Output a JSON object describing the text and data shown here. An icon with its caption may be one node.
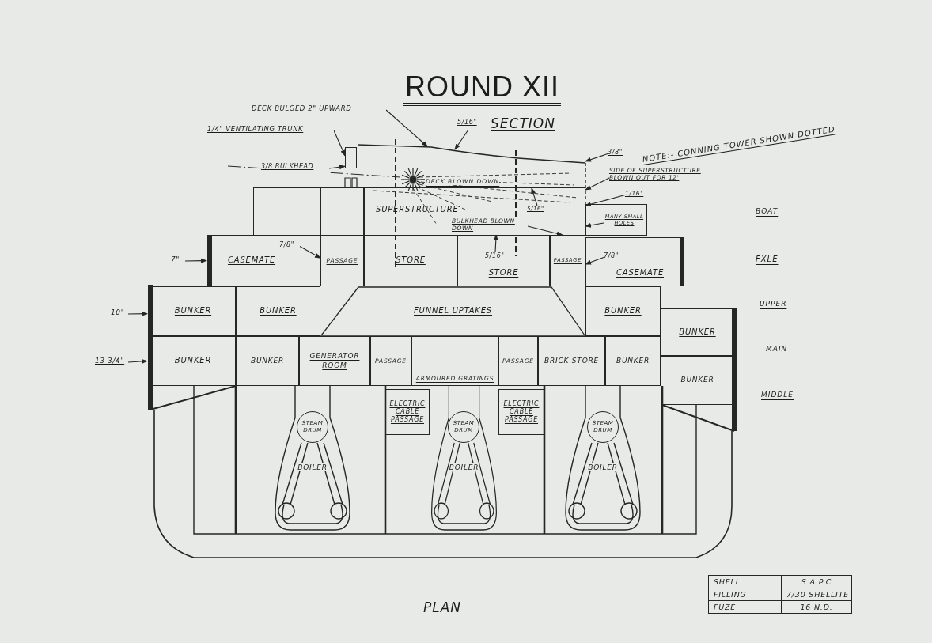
{
  "diagram": {
    "title": "ROUND XII",
    "nodes": [
      {
        "text": [
          "SUPERSTRUCTURE"
        ]
      },
      {
        "text": [],
        "shape": "box"
      },
      {
        "text": [],
        "shape": "box"
      },
      {
        "text": [],
        "shape": "box"
      },
      {
        "text": [
          "CASEMATE"
        ]
      },
      {
        "text": [
          "PASSAGE"
        ]
      },
      {
        "text": [
          "STORE"
        ]
      },
      {
        "text": [
          "STORE"
        ]
      },
      {
        "text": [
          "PASSAGE"
        ]
      },
      {
        "text": [
          "CASEMATE"
        ]
      },
      {
        "text": [
          "BUNKER"
        ]
      },
      {
        "text": [
          "BUNKER"
        ]
      },
      {
        "text": [
          "FUNNEL UPTAKES"
        ]
      },
      {
        "text": [
          "BUNKER"
        ]
      },
      {
        "text": [
          "BUNKER"
        ]
      },
      {
        "text": [
          "BUNKER"
        ]
      },
      {
        "text": [
          "BUNKER"
        ]
      },
      {
        "text": [
          "GENERATOR ROOM"
        ]
      },
      {
        "text": [
          "PASSAGE"
        ]
      },
      {
        "text": [
          "ARMOURED GRATINGS"
        ]
      },
      {
        "text": [
          "PASSAGE"
        ]
      },
      {
        "text": [
          "BRICK STORE"
        ]
      },
      {
        "text": [
          "BUNKER"
        ]
      },
      {
        "text": [
          "BUNKER"
        ]
      },
      {
        "text": [
          "ELECTRIC CABLE PASSAGE"
        ]
      },
      {
        "text": [
          "ELECTRIC CABLE PASSAGE"
        ]
      },
      {
        "text": [
          "BOILER"
        ]
      },
      {
        "text": [
          "STEAM DRUM"
        ],
        "in": 26
      },
      {
        "text": [
          "BOILER"
        ]
      },
      {
        "text": [
          "STEAM DRUM"
        ],
        "in": 28
      },
      {
        "text": [
          "BOILER"
        ]
      },
      {
        "text": [
          "STEAM DRUM"
        ],
        "in": 30
      },
      {
        "text": [
          "DECK BULGED 2\" UPWARD"
        ]
      },
      {
        "text": [
          "1/4\" VENTILATING TRUNK"
        ]
      },
      {
        "text": [
          "3/8 BULKHEAD"
        ]
      },
      {
        "text": [
          "5/16\""
        ]
      },
      {
        "text": [
          "3/8\""
        ]
      },
      {
        "text": [
          "SIDE OF SUPERSTRUCTURE BLOWN OUT FOR 12'"
        ]
      },
      {
        "text": [
          "1/16\""
        ]
      },
      {
        "text": [
          "MANY SMALL HOLES"
        ],
        "in": 3
      },
      {
        "text": [
          "5/16\""
        ],
        "in": 0
      },
      {
        "text": [
          "BULKHEAD BLOWN DOWN"
        ],
        "in": 0
      },
      {
        "text": [
          "7/8\""
        ],
        "in": 4
      },
      {
        "text": [
          "7\""
        ]
      },
      {
        "text": [
          "10\""
        ]
      },
      {
        "text": [
          "13 3/4\""
        ]
      },
      {
        "text": [
          "5/16\""
        ],
        "in": 7
      },
      {
        "text": [
          "7/8\""
        ],
        "in": 9
      },
      {
        "text": [],
        "shape": "box"
      },
      {
        "text": [],
        "shape": "bar"
      }
    ],
    "edges": [
      {
        "from": 32,
        "to": 49,
        "arrow": "to"
      },
      {
        "from": 33,
        "to": 48,
        "arrow": "to"
      },
      {
        "from": 34,
        "to": 48,
        "arrow": "to"
      },
      {
        "from": 35,
        "to": 49,
        "arrow": "to"
      },
      {
        "from": 36,
        "to": 49,
        "arrow": "to"
      },
      {
        "from": 37,
        "to": 0,
        "arrow": "to"
      },
      {
        "from": 38,
        "to": 3,
        "arrow": "to"
      },
      {
        "from": 39,
        "to": 3,
        "arrow": "to"
      },
      {
        "from": 40,
        "to": null,
        "arrow": "to"
      },
      {
        "from": 41,
        "to": 8,
        "arrow": "to"
      },
      {
        "from": 42,
        "to": 5,
        "arrow": "to"
      },
      {
        "from": 43,
        "to": 4,
        "arrow": "to"
      },
      {
        "from": 44,
        "to": 10,
        "arrow": "to"
      },
      {
        "from": 45,
        "to": 15,
        "arrow": "to"
      },
      {
        "from": 46,
        "to": 7,
        "arrow": "to"
      },
      {
        "from": 47,
        "to": 9,
        "arrow": "to"
      }
    ],
    "labels": [
      "SECTION",
      "NOTE:- CONNING TOWER SHOWN DOTTED",
      "DECK BLOWN DOWN",
      "BOAT",
      "FXLE",
      "UPPER",
      "MAIN",
      "MIDDLE",
      "PLAN",
      "SHELL",
      "S.A.P.C",
      "FILLING",
      "7/30 SHELLITE",
      "FUZE",
      "16 N.D."
    ]
  }
}
